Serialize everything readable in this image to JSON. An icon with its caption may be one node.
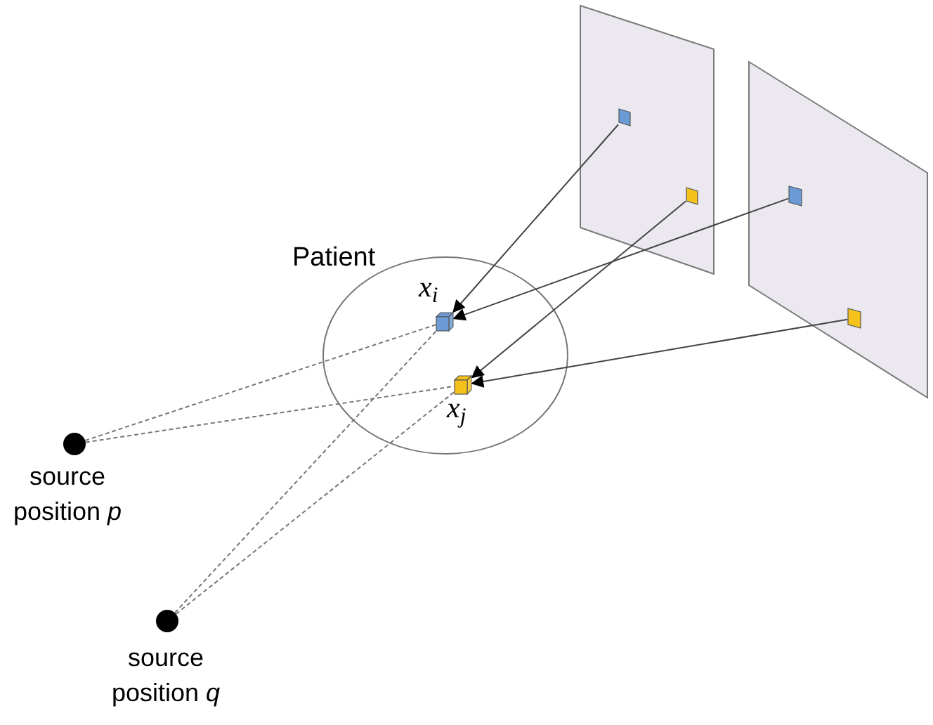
{
  "diagram": {
    "nodes": [
      {
        "text": [
          "Patient"
        ]
      },
      {
        "text": [],
        "shape": "box",
        "in": 0,
        "beside": [
          "*x*$_{i}$"
        ]
      },
      {
        "text": [],
        "shape": "box",
        "in": 0,
        "beside": [
          "*x*$_{j}$"
        ]
      },
      {
        "text": [],
        "shape": "circle",
        "beside": [
          "source position *p*"
        ]
      },
      {
        "text": [],
        "shape": "circle",
        "beside": [
          "source position *q*"
        ]
      },
      {
        "text": [],
        "shape": "box"
      },
      {
        "text": [],
        "shape": "box"
      },
      {
        "text": [],
        "shape": "box",
        "in": 5
      },
      {
        "text": [],
        "shape": "box",
        "in": 5
      },
      {
        "text": [],
        "shape": "box",
        "in": 6
      },
      {
        "text": [],
        "shape": "box",
        "in": 6
      }
    ],
    "edges": [
      {
        "from": 7,
        "to": 1,
        "arrow": "to"
      },
      {
        "from": 9,
        "to": 1,
        "arrow": "to"
      },
      {
        "from": 8,
        "to": 2,
        "arrow": "to"
      },
      {
        "from": 10,
        "to": 2,
        "arrow": "to"
      },
      {
        "from": 3,
        "to": 1,
        "arrow": "none",
        "style": "dashed"
      },
      {
        "from": 3,
        "to": 2,
        "arrow": "none",
        "style": "dashed"
      },
      {
        "from": 4,
        "to": 1,
        "arrow": "none",
        "style": "dashed"
      },
      {
        "from": 4,
        "to": 2,
        "arrow": "none",
        "style": "dashed"
      }
    ]
  }
}
